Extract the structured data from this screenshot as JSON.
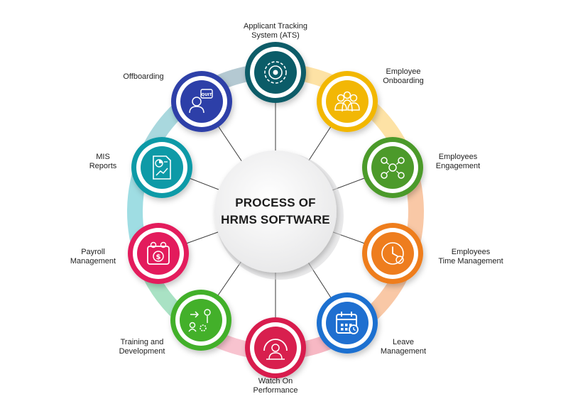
{
  "center": {
    "line1": "PROCESS OF",
    "line2": "HRMS SOFTWARE"
  },
  "nodes": [
    {
      "id": "ats",
      "label": [
        "Applicant Tracking",
        "System (ATS)"
      ],
      "ring": "#0b5c68",
      "icon": "target-gear-icon"
    },
    {
      "id": "onboarding",
      "label": [
        "Employee",
        "Onboarding"
      ],
      "ring": "#f2b705",
      "icon": "team-icon"
    },
    {
      "id": "engagement",
      "label": [
        "Employees",
        "Engagement"
      ],
      "ring": "#4c9a2a",
      "icon": "network-people-icon"
    },
    {
      "id": "time",
      "label": [
        "Employees",
        "Time Management"
      ],
      "ring": "#ee7d1e",
      "icon": "clock-icon"
    },
    {
      "id": "leave",
      "label": [
        "Leave",
        "Management"
      ],
      "ring": "#1f6fd0",
      "icon": "calendar-icon"
    },
    {
      "id": "performance",
      "label": [
        "Watch On",
        "Performance"
      ],
      "ring": "#d81f4e",
      "icon": "gauge-person-icon"
    },
    {
      "id": "training",
      "label": [
        "Training and",
        "Development"
      ],
      "ring": "#43b02a",
      "icon": "training-icon"
    },
    {
      "id": "payroll",
      "label": [
        "Payroll",
        "Management"
      ],
      "ring": "#e31b5c",
      "icon": "dollar-calendar-icon"
    },
    {
      "id": "mis",
      "label": [
        "MIS",
        "Reports"
      ],
      "ring": "#0e9aa7",
      "icon": "report-chart-icon"
    },
    {
      "id": "offboarding",
      "label": [
        "Offboarding"
      ],
      "ring": "#2d3fa8",
      "icon": "quit-person-icon"
    }
  ]
}
